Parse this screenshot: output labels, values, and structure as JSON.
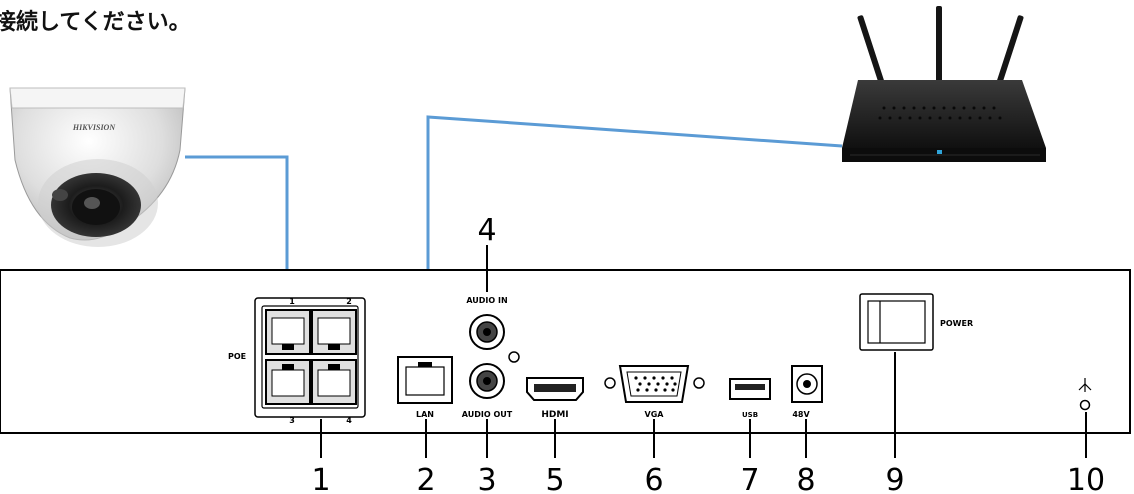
{
  "instruction": "接続してください。",
  "camera": {
    "brand": "HIKVISION"
  },
  "panel": {
    "poe_label": "POE",
    "poe_port_numbers": [
      "1",
      "2",
      "3",
      "4"
    ],
    "lan_label": "LAN",
    "audio_in_label": "AUDIO IN",
    "audio_out_label": "AUDIO OUT",
    "hdmi_label": "HDMI",
    "vga_label": "VGA",
    "usb_label": "USB",
    "dc_label": "48V",
    "power_label": "POWER"
  },
  "callouts": {
    "poe": "1",
    "lan": "2",
    "audio_out": "3",
    "audio_in": "4",
    "hdmi": "5",
    "vga": "6",
    "usb": "7",
    "dc": "8",
    "power": "9",
    "ground": "10"
  },
  "colors": {
    "cable": "#5b9bd5",
    "line": "#000000",
    "router": "#1e1e1e",
    "router_led": "#2fa4d9",
    "camera_body": "#e9e9e9",
    "camera_lens": "#2b2b2b"
  },
  "icons": [
    "ethernet-port-icon",
    "audio-jack-icon",
    "hdmi-port-icon",
    "vga-port-icon",
    "usb-port-icon",
    "dc-jack-icon",
    "power-switch-icon",
    "ground-icon"
  ]
}
